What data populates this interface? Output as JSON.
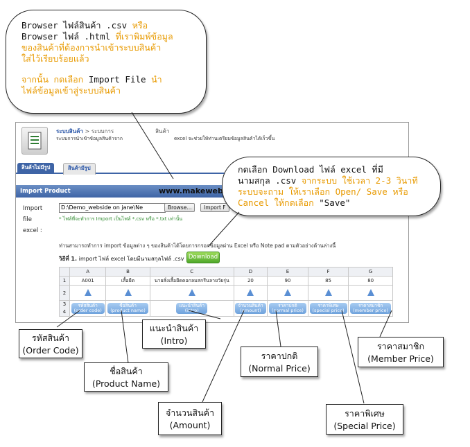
{
  "callouts": {
    "top": {
      "line1_black": "Browser ไฟล์สินค้า .csv",
      "line1_orange": " หรือ",
      "line2_black": "Browser ไฟล์ .html",
      "line2_orange": " ที่เราพิมพ์ข้อมูล",
      "line3": "ของสินค้าที่ต้องการนำเข้าระบบสินค้า",
      "line4": "ใส่ไว้เรียบร้อยแล้ว",
      "line5_orange": "จากนั้น กดเลือก ",
      "line5_black": "Import File",
      "line5_orange2": " นำ",
      "line6": "ไฟล์ข้อมูลเข้าสู่ระบบสินค้า"
    },
    "download": {
      "line1": "กดเลือก Download ไฟล์ excel ที่มี",
      "line2_black": "นามสกุล .csv",
      "line2_orange": " จากระบบ ใช้เวลา 2-3 วินาที",
      "line3": "ระบบจะถาม ให้เราเลือก Open/ Save หรือ",
      "line4_orange": "Cancel ให้กดเลือก ",
      "line4_black": "\"Save\""
    }
  },
  "labels": {
    "order_code": {
      "th": "รหัสสินค้า",
      "en": "(Order Code)"
    },
    "product_name": {
      "th": "ชื่อสินค้า",
      "en": "(Product Name)"
    },
    "intro": {
      "th": "แนะนำสินค้า",
      "en": "(Intro)"
    },
    "amount": {
      "th": "จำนวนสินค้า",
      "en": "(Amount)"
    },
    "normal_price": {
      "th": "ราคาปกติ",
      "en": "(Normal Price)"
    },
    "special_price": {
      "th": "ราคาพิเศษ",
      "en": "(Special Price)"
    },
    "member_price": {
      "th": "ราคาสมาชิก",
      "en": "(Member Price)"
    }
  },
  "screenshot": {
    "breadcrumb_main": "ระบบสินค้า",
    "breadcrumb_rest": " > ระบบการ",
    "breadcrumb_tail": "สินค้า",
    "description_a": "ระบบการนำเข้าข้อมูลสินค้าจาก",
    "description_b": "excel จะช่วยให้ท่านเตรียมข้อมูลสินค้าได้เร็วขึ้น",
    "tab_active": "สินค้าไม่มีรูป",
    "tab_inactive": "สินค้ามีรูป",
    "import_bar_title": "Import Product",
    "import_bar_site": "www.makewebeas",
    "import_label_1": "Import",
    "import_label_2": "file",
    "import_label_3": "excel :",
    "file_path": "D:\\Demo_webside on jane\\Ne",
    "browse_button": "Browse...",
    "import_button": "Import F",
    "file_note": "* ไฟล์ที่จะทำการ Import เป็นไฟล์ *.csv หรือ *.txt เท่านั้น",
    "instruction": "ท่านสามารถทำการ import ข้อมูลต่าง ๆ ของสินค้าได้โดยการกรอกข้อมูลผ่าน Excel หรือ Note pad ตามตัวอย่างด้านล่างนี้",
    "method_label": "วิธีที่ 1.",
    "method_text": " import ไฟล์ excel โดยมีนามสกุลไฟล์ .csv",
    "download_button": "Download",
    "columns": [
      "A",
      "B",
      "C",
      "D",
      "E",
      "F",
      "G"
    ],
    "row_numbers": [
      "1",
      "2",
      "3",
      "4"
    ],
    "row1": [
      "A001",
      "เสื้อยืด",
      "นายสั่งเสื้อยืดคอกลมสกรีนลายวัยรุ่น",
      "20",
      "90",
      "85",
      "80"
    ],
    "pills_th": [
      "รหัสสินค้า",
      "ชื่อสินค้า",
      "แนะนำสินค้า",
      "จำนวนสินค้า",
      "ราคาปกติ",
      "ราคาพิเศษ",
      "ราคาสมาชิก"
    ],
    "pills_en": [
      "(order code)",
      "(product name)",
      "(intro)",
      "(amount)",
      "(normal price)",
      "(special price)",
      "(member price)"
    ]
  }
}
